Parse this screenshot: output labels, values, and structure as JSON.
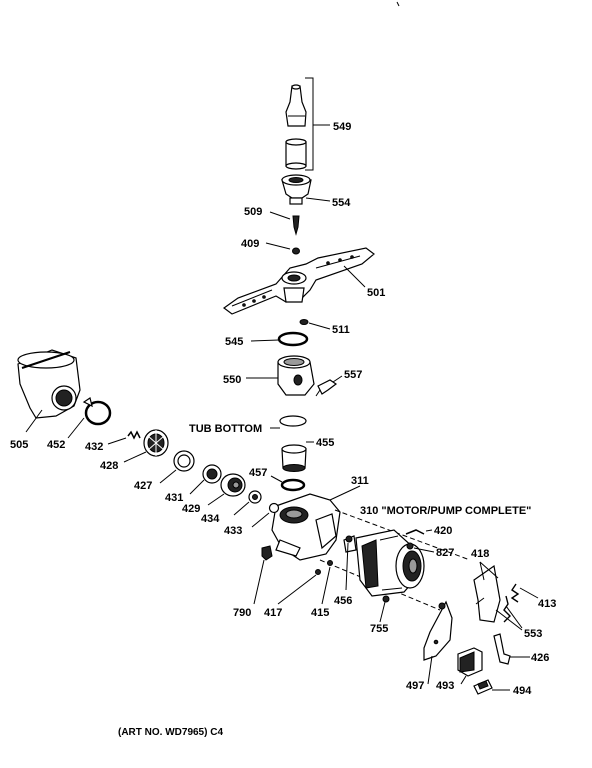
{
  "diagram": {
    "parts": [
      {
        "id": "p549",
        "label": "549"
      },
      {
        "id": "p554",
        "label": "554"
      },
      {
        "id": "p509",
        "label": "509"
      },
      {
        "id": "p409",
        "label": "409"
      },
      {
        "id": "p501",
        "label": "501"
      },
      {
        "id": "p511",
        "label": "511"
      },
      {
        "id": "p545",
        "label": "545"
      },
      {
        "id": "p550",
        "label": "550"
      },
      {
        "id": "p557",
        "label": "557"
      },
      {
        "id": "p455",
        "label": "455"
      },
      {
        "id": "p457",
        "label": "457"
      },
      {
        "id": "p311",
        "label": "311"
      },
      {
        "id": "p505",
        "label": "505"
      },
      {
        "id": "p452",
        "label": "452"
      },
      {
        "id": "p432",
        "label": "432"
      },
      {
        "id": "p428",
        "label": "428"
      },
      {
        "id": "p427",
        "label": "427"
      },
      {
        "id": "p431",
        "label": "431"
      },
      {
        "id": "p429",
        "label": "429"
      },
      {
        "id": "p434",
        "label": "434"
      },
      {
        "id": "p433",
        "label": "433"
      },
      {
        "id": "p420",
        "label": "420"
      },
      {
        "id": "p827",
        "label": "827"
      },
      {
        "id": "p418",
        "label": "418"
      },
      {
        "id": "p413",
        "label": "413"
      },
      {
        "id": "p553",
        "label": "553"
      },
      {
        "id": "p426",
        "label": "426"
      },
      {
        "id": "p790",
        "label": "790"
      },
      {
        "id": "p417",
        "label": "417"
      },
      {
        "id": "p415",
        "label": "415"
      },
      {
        "id": "p456",
        "label": "456"
      },
      {
        "id": "p755",
        "label": "755"
      },
      {
        "id": "p497",
        "label": "497"
      },
      {
        "id": "p493",
        "label": "493"
      },
      {
        "id": "p494",
        "label": "494"
      }
    ],
    "tub_bottom": "TUB BOTTOM",
    "motor_pump": "310 \"MOTOR/PUMP COMPLETE\"",
    "art_no": "(ART NO. WD7965) C4"
  }
}
